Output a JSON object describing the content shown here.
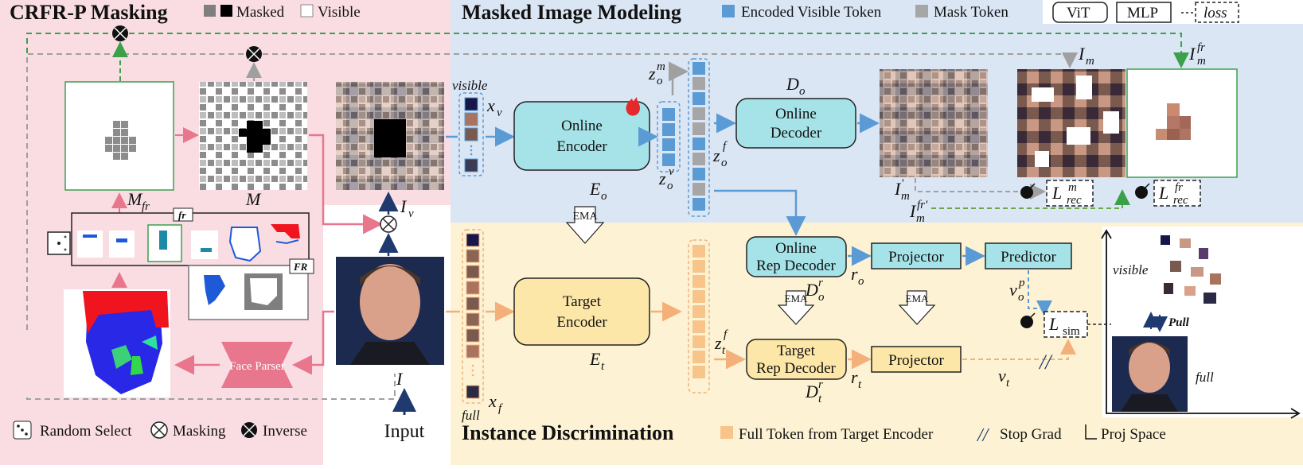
{
  "sections": {
    "masking": {
      "title": "CRFR-P Masking",
      "legend_masked": "Masked",
      "legend_visible": "Visible"
    },
    "mim": {
      "title": "Masked Image Modeling",
      "legend_encoded": "Encoded Visible Token",
      "legend_mask": "Mask Token"
    },
    "instance": {
      "title": "Instance Discrimination",
      "legend_full": "Full Token from Target Encoder",
      "legend_stopgrad": "Stop Grad",
      "legend_proj": "Proj Space"
    }
  },
  "top_legend": {
    "vit": "ViT",
    "mlp": "MLP",
    "loss": "loss"
  },
  "bottom_legend": {
    "random": "Random Select",
    "masking": "Masking",
    "inverse": "Inverse"
  },
  "modules": {
    "online_encoder": [
      "Online",
      "Encoder"
    ],
    "online_decoder": [
      "Online",
      "Decoder"
    ],
    "target_encoder": [
      "Target",
      "Encoder"
    ],
    "online_rep_decoder": [
      "Online",
      "Rep Decoder"
    ],
    "target_rep_decoder": [
      "Target",
      "Rep Decoder"
    ],
    "projector_online": "Projector",
    "projector_target": "Projector",
    "predictor": "Predictor",
    "face_parser": "Face Parser",
    "ema": "EMA"
  },
  "labels": {
    "input": "Input",
    "visible": "visible",
    "full": "full",
    "fr": "fr",
    "FR": "FR",
    "pull": "Pull",
    "M": "M",
    "M_fr": "M",
    "I": "I",
    "I_v": "I",
    "x_v": "x",
    "x_f": "x",
    "E_o": "E",
    "E_t": "E",
    "D_o": "D",
    "D_o_r": "D",
    "D_t_r": "D",
    "z_o_m": "z",
    "z_o_v": "z",
    "z_o_f": "z",
    "z_t_f": "z",
    "r_o": "r",
    "r_t": "r",
    "v_o_p": "v",
    "v_t": "v",
    "I_m": "I",
    "I_m_fr": "I",
    "I_m_prime": "I",
    "I_m_fr_prime": "I",
    "L_rec_m": "L",
    "L_rec_fr": "L",
    "L_sim": "L"
  },
  "colors": {
    "masking_bg": "#fadde3",
    "mim_bg": "#dbe6f5",
    "instance_bg": "#fdf3d4",
    "vit_online": "#a6e3e8",
    "vit_target": "#fde7a8",
    "mlp": "#a6e3e8",
    "token_blue": "#5b9bd5",
    "token_grey": "#a6a6a6",
    "token_orange": "#f8c48a",
    "arrow_pink": "#e8768c",
    "arrow_blue": "#5b9bd5",
    "arrow_orange": "#f4b07a",
    "arrow_green": "#3aa04a",
    "arrow_grey": "#a0a0a0"
  }
}
